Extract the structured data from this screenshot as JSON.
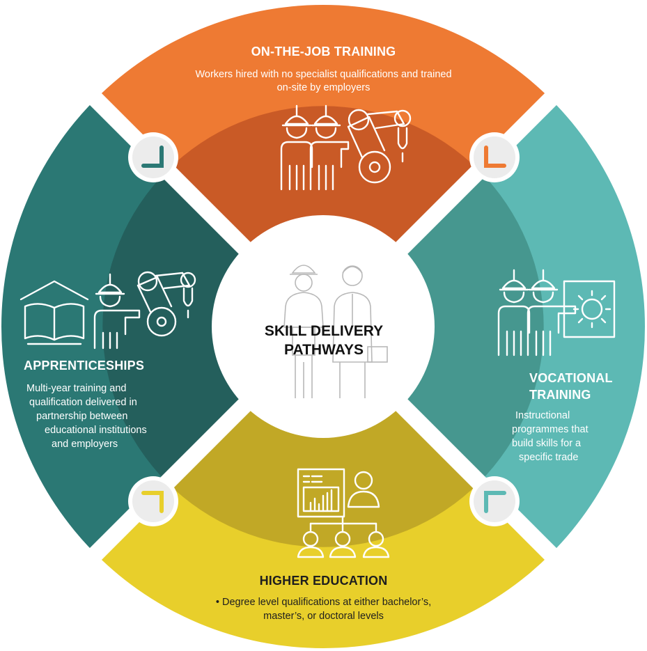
{
  "center": {
    "title_line1": "SKILL DELIVERY",
    "title_line2": "PATHWAYS"
  },
  "segments": {
    "top": {
      "title": "ON-THE-JOB TRAINING",
      "description_line1": "Workers hired with no specialist qualifications and trained",
      "description_line2": "on-site by employers"
    },
    "right": {
      "title_line1": "VOCATIONAL",
      "title_line2": "TRAINING",
      "description_line1": "Instructional",
      "description_line2": "programmes that",
      "description_line3": "build skills for a",
      "description_line4": "specific trade"
    },
    "bottom": {
      "title": "HIGHER EDUCATION",
      "description_line1": "• Degree level qualifications at either bachelor’s,",
      "description_line2": "master’s, or doctoral levels"
    },
    "left": {
      "title": "APPRENTICESHIPS",
      "description_line1": "Multi-year training and",
      "description_line2": "qualification delivered in",
      "description_line3": "partnership between",
      "description_line4": "educational institutions",
      "description_line5": "and employers"
    }
  },
  "colors": {
    "top_outer": "#ee7a33",
    "top_inner": "#c95a26",
    "right_outer": "#5db9b4",
    "right_inner": "#46978f",
    "bottom_outer": "#e8cf2b",
    "bottom_inner": "#c1a826",
    "left_outer": "#2b7874",
    "left_inner": "#245f5c",
    "icon_stroke": "#ffffff",
    "center_icon_stroke": "#b8b8b8"
  },
  "icons": {
    "top": "workers-with-robot-arm-icon",
    "right": "workers-with-gear-board-icon",
    "bottom": "teacher-with-students-icon",
    "left": "book-worker-robot-arm-icon",
    "center": "professional-people-icon"
  }
}
